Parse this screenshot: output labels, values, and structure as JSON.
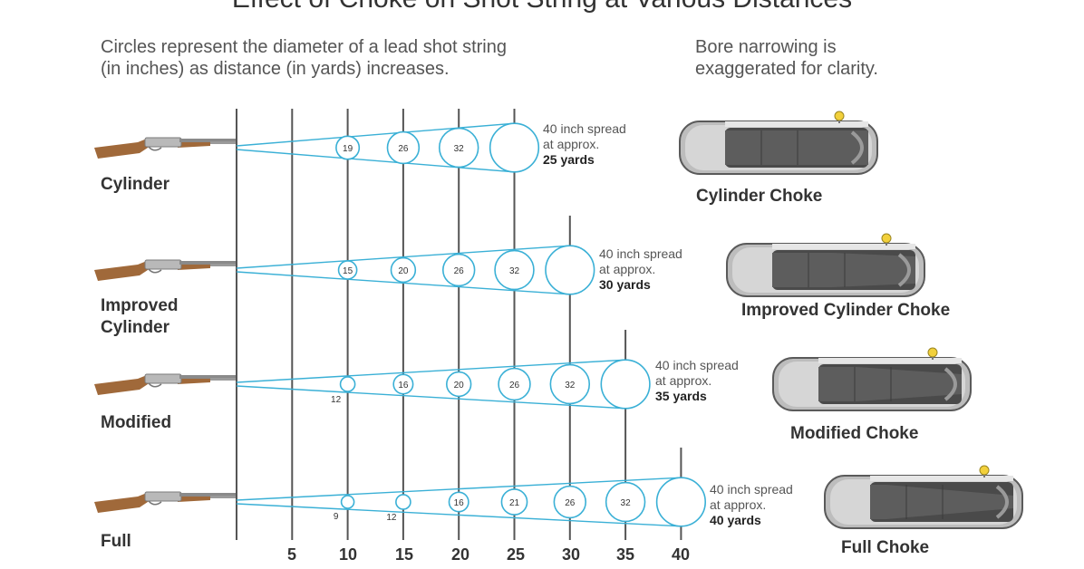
{
  "title": "Effect of Choke on Shot String at Various Distances",
  "note_left": {
    "line1": "Circles represent the diameter of a lead shot string",
    "line2": "(in inches) as distance (in yards) increases."
  },
  "note_right": {
    "line1": "Bore narrowing is",
    "line2": "exaggerated for clarity."
  },
  "distance_axis": {
    "unit": "yards",
    "ticks": [
      5,
      10,
      15,
      20,
      25,
      30,
      35,
      40
    ]
  },
  "colors": {
    "line": "#3ab0d6",
    "circle": "#3ab0d6",
    "axis": "#555555",
    "stock": "#a0693a",
    "barrel": "#6c6c6c",
    "bead": "#f2d03b"
  },
  "rows": [
    {
      "label_lines": [
        "Cylinder"
      ],
      "choke": "Cylinder Choke",
      "spread": {
        "line1": "40 inch spread",
        "line2": "at approx.",
        "line3": "25 yards"
      },
      "max_yards": 25,
      "points": [
        {
          "yards": 10,
          "diameter": 19,
          "label": "19"
        },
        {
          "yards": 15,
          "diameter": 26,
          "label": "26"
        },
        {
          "yards": 20,
          "diameter": 32,
          "label": "32"
        },
        {
          "yards": 25,
          "diameter": 40,
          "label": ""
        }
      ]
    },
    {
      "label_lines": [
        "Improved",
        "Cylinder"
      ],
      "choke": "Improved Cylinder Choke",
      "spread": {
        "line1": "40 inch spread",
        "line2": "at approx.",
        "line3": "30 yards"
      },
      "max_yards": 30,
      "points": [
        {
          "yards": 10,
          "diameter": 15,
          "label": "15"
        },
        {
          "yards": 15,
          "diameter": 20,
          "label": "20"
        },
        {
          "yards": 20,
          "diameter": 26,
          "label": "26"
        },
        {
          "yards": 25,
          "diameter": 32,
          "label": "32"
        },
        {
          "yards": 30,
          "diameter": 40,
          "label": ""
        }
      ]
    },
    {
      "label_lines": [
        "Modified"
      ],
      "choke": "Modified Choke",
      "spread": {
        "line1": "40 inch spread",
        "line2": "at approx.",
        "line3": "35 yards"
      },
      "max_yards": 35,
      "points": [
        {
          "yards": 10,
          "diameter": 12,
          "label": "12"
        },
        {
          "yards": 15,
          "diameter": 16,
          "label": "16"
        },
        {
          "yards": 20,
          "diameter": 20,
          "label": "20"
        },
        {
          "yards": 25,
          "diameter": 26,
          "label": "26"
        },
        {
          "yards": 30,
          "diameter": 32,
          "label": "32"
        },
        {
          "yards": 35,
          "diameter": 40,
          "label": ""
        }
      ]
    },
    {
      "label_lines": [
        "Full"
      ],
      "choke": "Full Choke",
      "spread": {
        "line1": "40 inch spread",
        "line2": "at approx.",
        "line3": "40 yards"
      },
      "max_yards": 40,
      "points": [
        {
          "yards": 10,
          "diameter": 9,
          "label": "9"
        },
        {
          "yards": 15,
          "diameter": 12,
          "label": "12"
        },
        {
          "yards": 20,
          "diameter": 16,
          "label": "16"
        },
        {
          "yards": 25,
          "diameter": 21,
          "label": "21"
        },
        {
          "yards": 30,
          "diameter": 26,
          "label": "26"
        },
        {
          "yards": 35,
          "diameter": 32,
          "label": "32"
        },
        {
          "yards": 40,
          "diameter": 40,
          "label": ""
        }
      ]
    }
  ]
}
